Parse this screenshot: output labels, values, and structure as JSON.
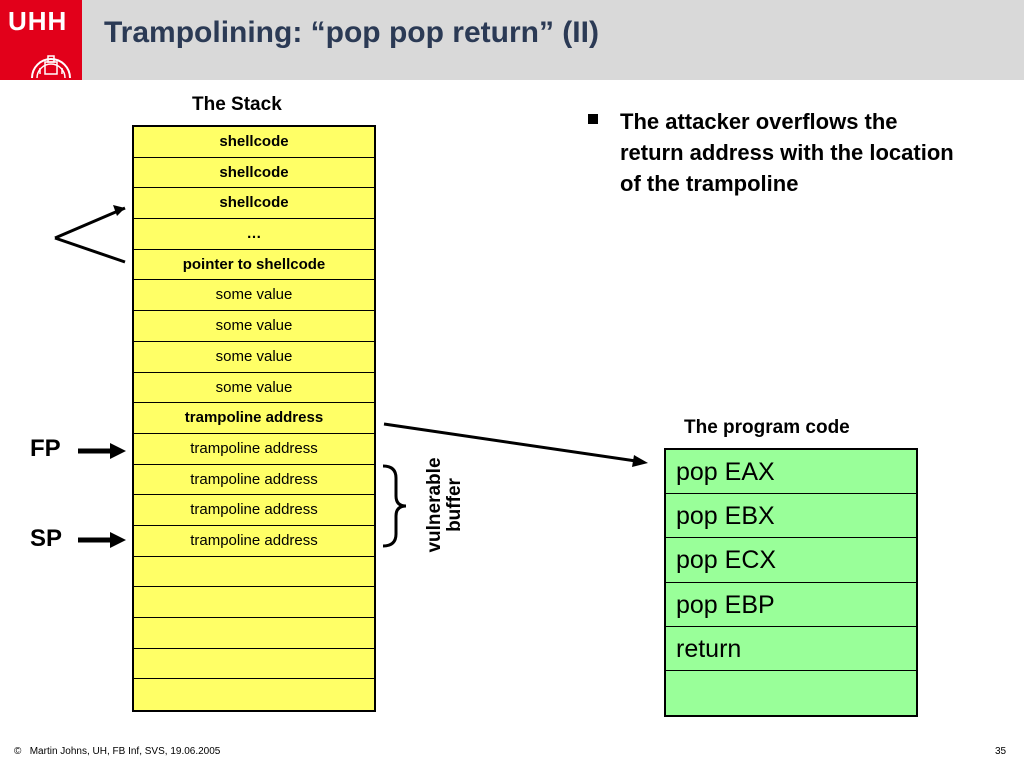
{
  "header": {
    "logo_text": "UHH",
    "title": "Trampolining: “pop pop return” (II)"
  },
  "stack": {
    "caption": "The Stack",
    "cells": [
      {
        "text": "shellcode",
        "bold": true
      },
      {
        "text": "shellcode",
        "bold": true
      },
      {
        "text": "shellcode",
        "bold": true
      },
      {
        "text": "…",
        "bold": true
      },
      {
        "text": "pointer to shellcode",
        "bold": true
      },
      {
        "text": "some value",
        "bold": false
      },
      {
        "text": "some value",
        "bold": false
      },
      {
        "text": "some value",
        "bold": false
      },
      {
        "text": "some value",
        "bold": false
      },
      {
        "text": "trampoline address",
        "bold": true
      },
      {
        "text": "trampoline address",
        "bold": false
      },
      {
        "text": "trampoline address",
        "bold": false
      },
      {
        "text": "trampoline address",
        "bold": false
      },
      {
        "text": "trampoline address",
        "bold": false
      },
      {
        "text": "",
        "bold": false
      },
      {
        "text": "",
        "bold": false
      },
      {
        "text": "",
        "bold": false
      },
      {
        "text": "",
        "bold": false
      },
      {
        "text": "",
        "bold": false
      }
    ]
  },
  "pointers": {
    "fp": "FP",
    "sp": "SP"
  },
  "buffer_label": "vulnerable buffer",
  "program_code": {
    "caption": "The program code",
    "lines": [
      "pop EAX",
      "pop EBX",
      "pop ECX",
      "pop EBP",
      "return",
      ""
    ]
  },
  "bullet": {
    "text": "The attacker overflows the return address with the location of the trampoline"
  },
  "footer": {
    "copyright": "©",
    "text": "Martin Johns, UH, FB Inf, SVS, 19.06.2005",
    "page": "35"
  },
  "colors": {
    "stack_fill": "#ffff66",
    "code_fill": "#99ff99",
    "logo_red": "#e2001a",
    "header_gray": "#d9d9d9",
    "title_color": "#2b3a55"
  }
}
